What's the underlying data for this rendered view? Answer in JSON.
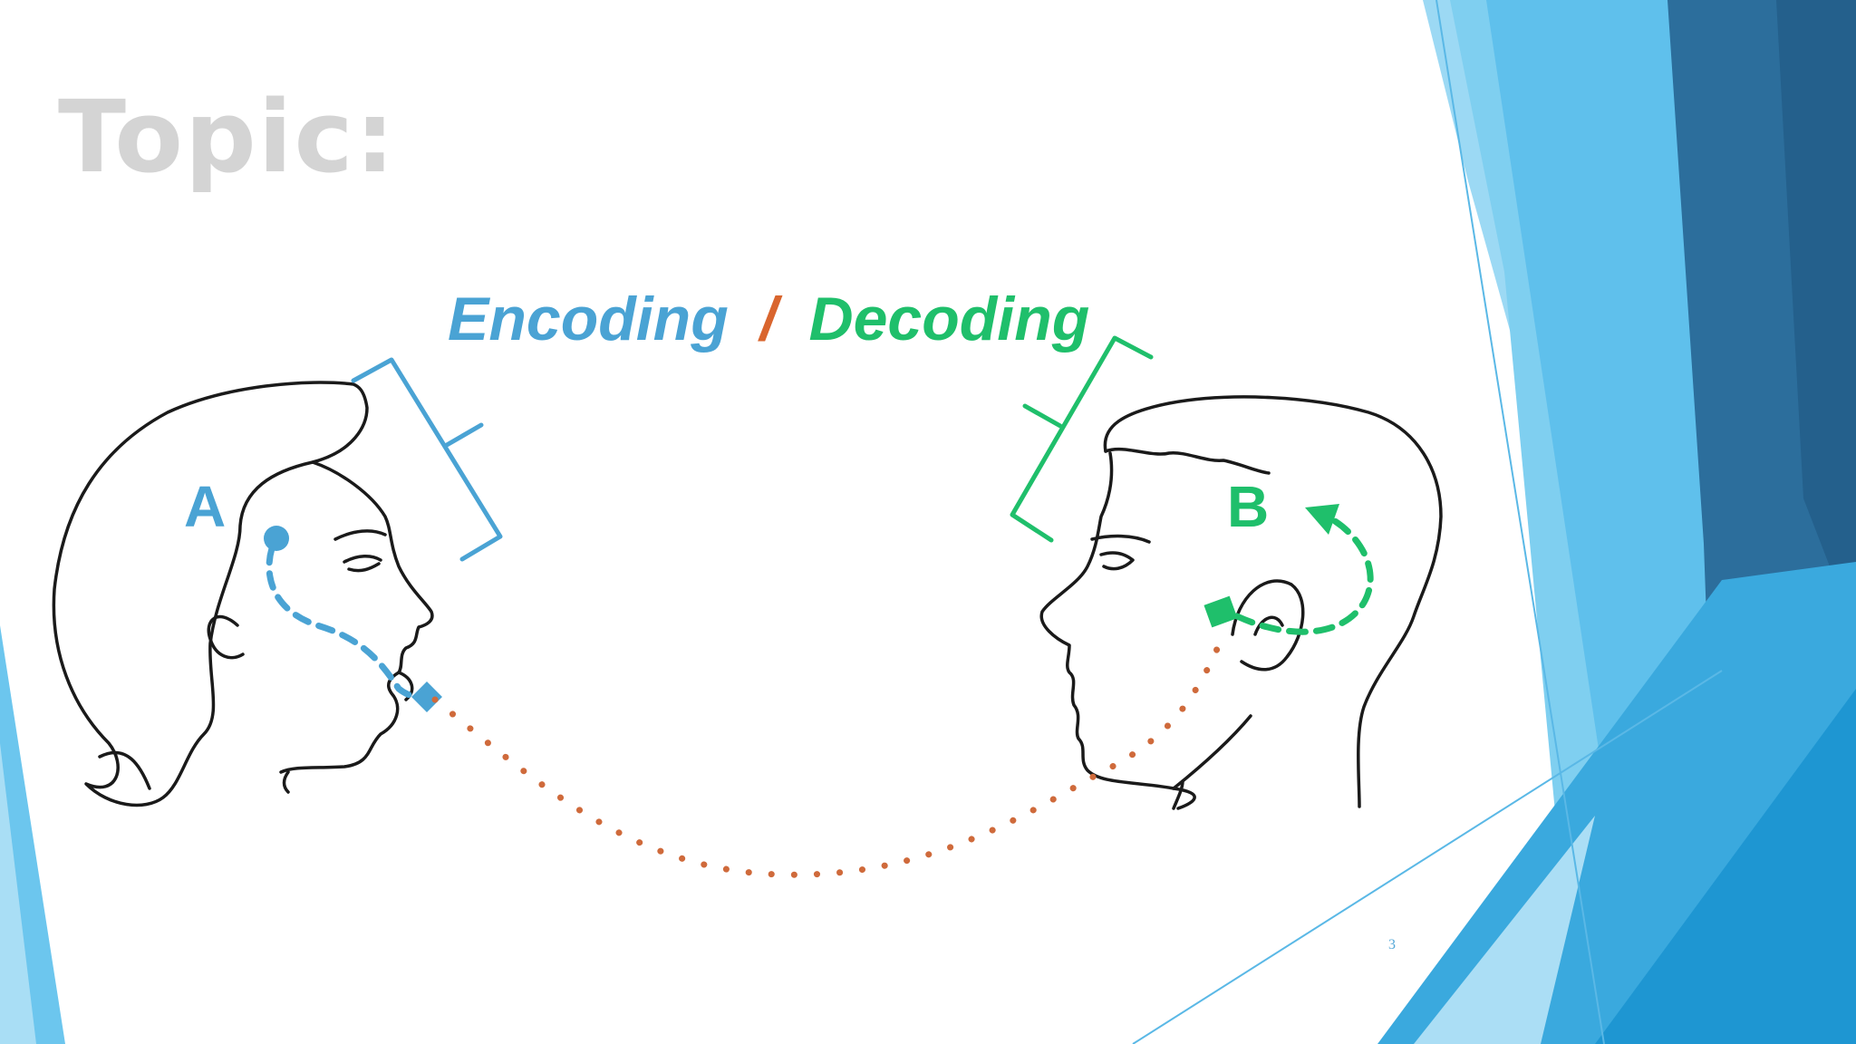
{
  "slide": {
    "title": "Topic:",
    "heading": {
      "encoding": "Encoding",
      "separator": "/",
      "decoding": "Decoding"
    },
    "speaker_a": "A",
    "speaker_b": "B",
    "page_number": "3"
  },
  "colors": {
    "title": "#d4d4d4",
    "encoding": "#4aa3d4",
    "separator": "#d9652e",
    "decoding": "#1fbf6b",
    "signal_path": "#cf6a3b",
    "sketch": "#1a1a1a",
    "page_number": "#56a8d8",
    "decor_dark": "#2c6e9c",
    "decor_mid": "#3aa0d8",
    "decor_light": "#8fd3f2"
  }
}
